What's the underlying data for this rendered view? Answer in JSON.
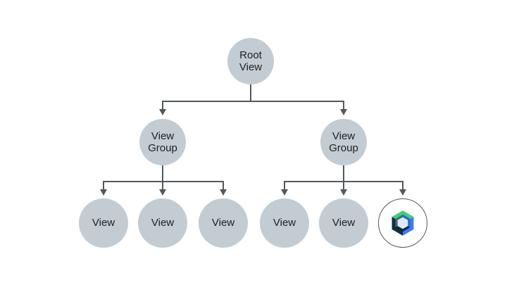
{
  "diagram": {
    "type": "tree",
    "description_labels": {
      "root": {
        "line1": "Root",
        "line2": "View"
      },
      "left_group": {
        "line1": "View",
        "line2": "Group"
      },
      "right_group": {
        "line1": "View",
        "line2": "Group"
      },
      "left_views": [
        "View",
        "View",
        "View"
      ],
      "right_views": [
        "View",
        "View"
      ]
    },
    "colors": {
      "background": "#ffffff",
      "node_fill": "#c2ccd2",
      "node_text": "#202124",
      "connector": "#53585c",
      "compose_ring": "#54585c"
    },
    "compose": {
      "icon": "jetpack-compose-logo",
      "colors": {
        "top": "#3bd07f",
        "right": "#3e7bf2",
        "left": "#0e3042",
        "inner_left": "#4e6874",
        "inner_right": "#2b62d9",
        "inner_bottom": "#0a2737",
        "center": "#dcebf7"
      }
    }
  }
}
